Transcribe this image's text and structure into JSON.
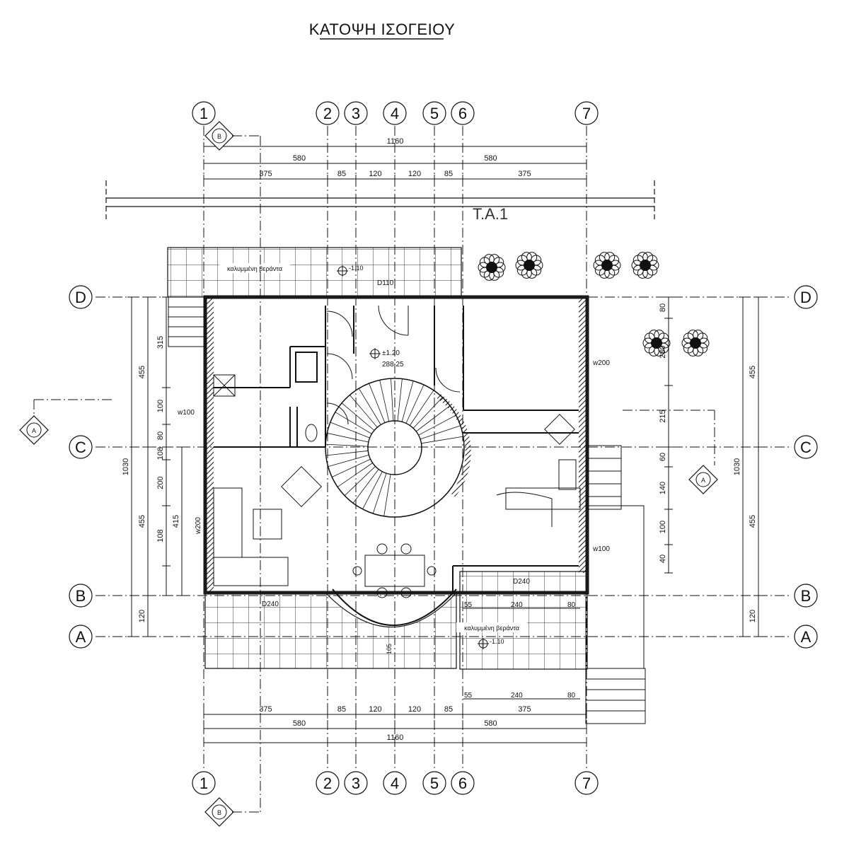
{
  "title": "ΚΑΤΟΨΗ ΙΣΟΓΕΙΟΥ",
  "grid_x": [
    "1",
    "2",
    "3",
    "4",
    "5",
    "6",
    "7"
  ],
  "grid_y": [
    "D",
    "C",
    "B",
    "A"
  ],
  "section_markers": {
    "a": "A",
    "b": "B"
  },
  "dims_top": {
    "total": "1160",
    "halves": [
      "580",
      "580"
    ],
    "parts": [
      "375",
      "85",
      "120",
      "120",
      "85",
      "375"
    ]
  },
  "dims_bottom": {
    "total": "1160",
    "halves": [
      "580",
      "580"
    ],
    "parts": [
      "375",
      "85",
      "120",
      "120",
      "85",
      "375"
    ],
    "stair_parts": [
      "55",
      "240",
      "80"
    ]
  },
  "dims_left": {
    "total": "1030",
    "mid": [
      "455",
      "455",
      "120"
    ],
    "inner": [
      "315",
      "100",
      "80",
      "108",
      "200",
      "108"
    ],
    "inner2": [
      "415"
    ]
  },
  "dims_right": {
    "total": "1030",
    "mid": [
      "455",
      "455",
      "120"
    ],
    "inner": [
      "80",
      "280",
      "215",
      "60",
      "140",
      "100",
      "40"
    ]
  },
  "labels": {
    "ta": "Τ.Α.1",
    "terrace_top": "καλυμμένη βεράντα",
    "terrace_bottom": "καλυμμένη βεράντα",
    "level_top_terrace": "-1.10",
    "door_top": "D110",
    "level_hall": "±1.20",
    "elevation_hall": "288.25",
    "w200_right": "w200",
    "w200_left": "w200",
    "w100_left": "w100",
    "w100_right": "w100",
    "d240_left": "D240",
    "d240_right": "D240",
    "level_bottom_terrace": "-1.10",
    "dim_105": "105",
    "terrace_dims": [
      "55",
      "240",
      "80"
    ]
  },
  "colors": {
    "line": "#111111",
    "wall": "#1a1a1a",
    "tile": "#333333"
  }
}
